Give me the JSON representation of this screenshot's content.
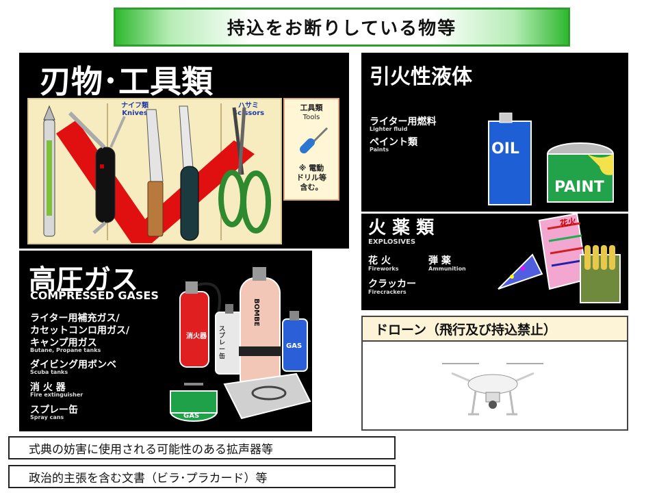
{
  "title": "持込をお断りしている物等",
  "blades": {
    "heading": "刃物･工具類",
    "knives_label": "ナイフ類",
    "knives_label_en": "Knives",
    "scissors_label": "ハサミ",
    "scissors_label_en": "Scissors",
    "tools_label": "工具類",
    "tools_label_en": "Tools",
    "tools_note": [
      "※ 電動",
      "ドリル等",
      "含む。"
    ]
  },
  "flammable": {
    "heading": "引火性液体",
    "items": [
      {
        "jp": "ライター用燃料",
        "en": "Lighter fluid"
      },
      {
        "jp": "ペイント類",
        "en": "Paints"
      }
    ],
    "oil_can_text": "OIL",
    "paint_can_text": "PAINT"
  },
  "explosives": {
    "heading": "火 薬 類",
    "heading_en": "EXPLOSIVES",
    "items": [
      {
        "jp": "花 火",
        "en": "Fireworks"
      },
      {
        "jp": "弾 薬",
        "en": "Ammunition"
      },
      {
        "jp": "クラッカー",
        "en": "Firecrackers"
      }
    ],
    "box_text": "花火"
  },
  "gases": {
    "heading": "高圧ガス",
    "heading_en": "COMPRESSED GASES",
    "items": [
      {
        "jp": "ライター用補充ガス/",
        "en": ""
      },
      {
        "jp": "カセットコンロ用ガス/",
        "en": ""
      },
      {
        "jp": "キャンプ用ガス",
        "en": "Butane, Propane tanks"
      },
      {
        "jp": "ダイビング用ボンベ",
        "en": "Scuba tanks"
      },
      {
        "jp": "消 火 器",
        "en": "Fire extinguisher"
      },
      {
        "jp": "スプレー缶",
        "en": "Spray cans"
      }
    ],
    "extinguisher_text": "消火器",
    "spray_text": "スプレー缶",
    "bombe_text": "BOMBE",
    "gas_text": "GAS"
  },
  "drone": {
    "title": "ドローン（飛行及び持込禁止）"
  },
  "notes": [
    "式典の妨害に使用される可能性のある拡声器等",
    "政治的主張を含む文書（ビラ･プラカード）等"
  ]
}
